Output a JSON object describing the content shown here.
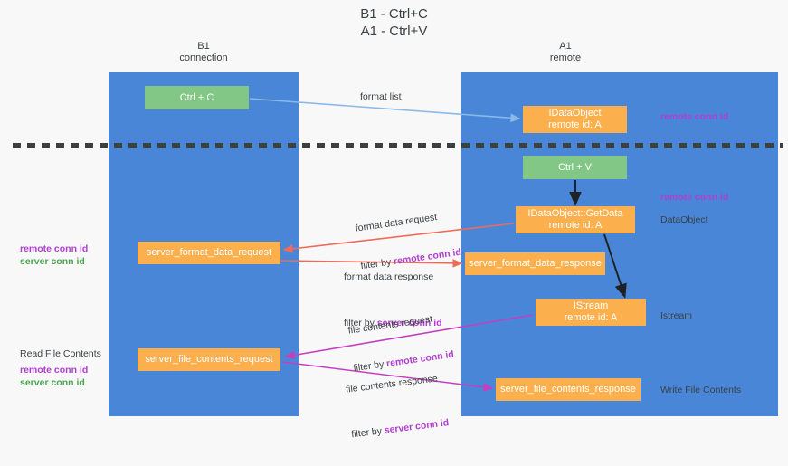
{
  "title": "B1 - Ctrl+C\nA1 - Ctrl+V",
  "columns": {
    "left": "B1\nconnection",
    "right": "A1\nremote"
  },
  "boxes": {
    "ctrl_c": "Ctrl + C",
    "idataobject": "IDataObject\nremote id: A",
    "ctrl_v": "Ctrl + V",
    "getdata": "IDataObject::GetData\nremote id: A",
    "server_format_data_request": "server_format_data_request",
    "server_format_data_response": "server_format_data_response",
    "istream": "IStream\nremote id: A",
    "server_file_contents_request": "server_file_contents_request",
    "server_file_contents_response": "server_file_contents_response"
  },
  "annotations": {
    "right_remote_conn_id_1": "remote conn id",
    "right_remote_conn_id_2": "remote conn id",
    "right_dataobject": "DataObject",
    "right_istream": "Istream",
    "right_write_file_contents": "Write File Contents",
    "left_remote_conn_id_1": "remote conn id",
    "left_server_conn_id_1": "server conn id",
    "left_read_file_contents": "Read File Contents",
    "left_remote_conn_id_2": "remote conn id",
    "left_server_conn_id_2": "server conn id"
  },
  "arrow_labels": {
    "format_list": "format list",
    "format_data_request": "format data request",
    "format_data_request_filter_prefix": "filter by ",
    "format_data_request_filter_key": "remote conn id",
    "format_data_response": "format data response",
    "format_data_response_filter_prefix": "filter by ",
    "format_data_response_filter_key": "server conn id",
    "file_contents_request": "file contents request",
    "file_contents_request_filter_prefix": "filter by ",
    "file_contents_request_filter_key": "remote conn id",
    "file_contents_response": "file contents response",
    "file_contents_response_filter_prefix": "filter by ",
    "file_contents_response_filter_key": "server conn id"
  },
  "colors": {
    "lane": "#4a86d8",
    "green_box": "#82c785",
    "orange_box": "#fbb04d",
    "purple_text": "#b03fd0",
    "green_text": "#4aa34f",
    "divider": "#3c4043",
    "arrow_light_blue": "#8ab8e8",
    "arrow_red": "#ee6a5a",
    "arrow_magenta": "#c43fc0",
    "arrow_black": "#202124"
  }
}
